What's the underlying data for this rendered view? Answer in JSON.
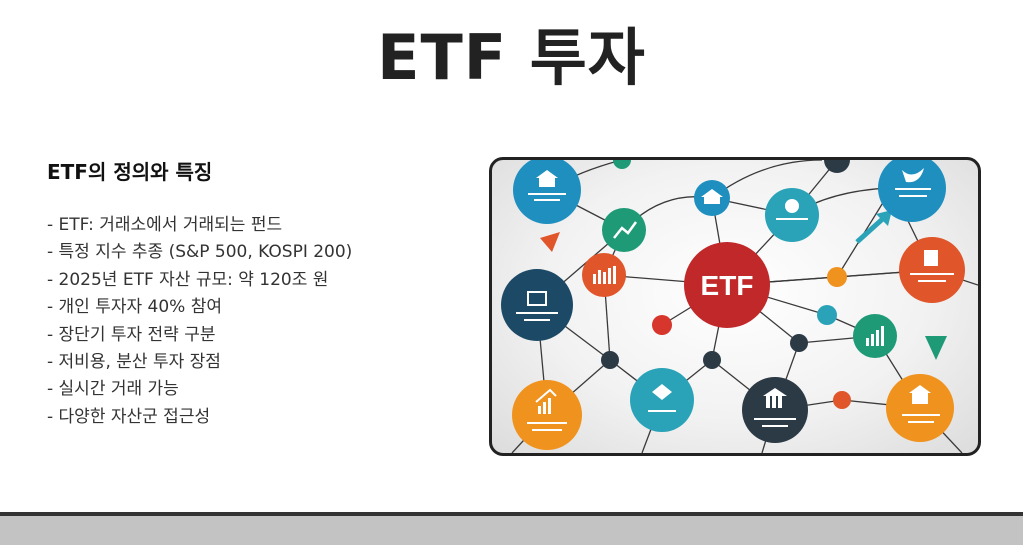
{
  "page": {
    "title": "ETF 투자",
    "section_title": "ETF의 정의와 특징",
    "bullets": [
      "- ETF: 거래소에서 거래되는 펀드",
      "- 특정 지수 추종 (S&P 500, KOSPI 200)",
      "- 2025년 ETF 자산 규모: 약 120조 원",
      "- 개인 투자자 40% 참여",
      "- 장단기 투자 전략 구분",
      "- 저비용, 분산 투자 장점",
      "- 실시간 거래 가능",
      "- 다양한 자산군 접근성"
    ]
  },
  "figure": {
    "center_label": "ETF",
    "colors": {
      "center": "#c0282a",
      "blue": "#1f8fbf",
      "teal": "#2aa3b8",
      "green": "#1e9a76",
      "orange": "#f0921e",
      "red_orange": "#e0552a",
      "navy": "#1c4a66",
      "dark": "#2c3a46"
    },
    "node_icons": [
      "house-icon",
      "bird-icon",
      "chart-icon",
      "document-icon",
      "briefcase-icon",
      "bar-chart-icon",
      "growth-chart-icon",
      "bank-icon",
      "handshake-icon",
      "arrow-icon"
    ]
  }
}
